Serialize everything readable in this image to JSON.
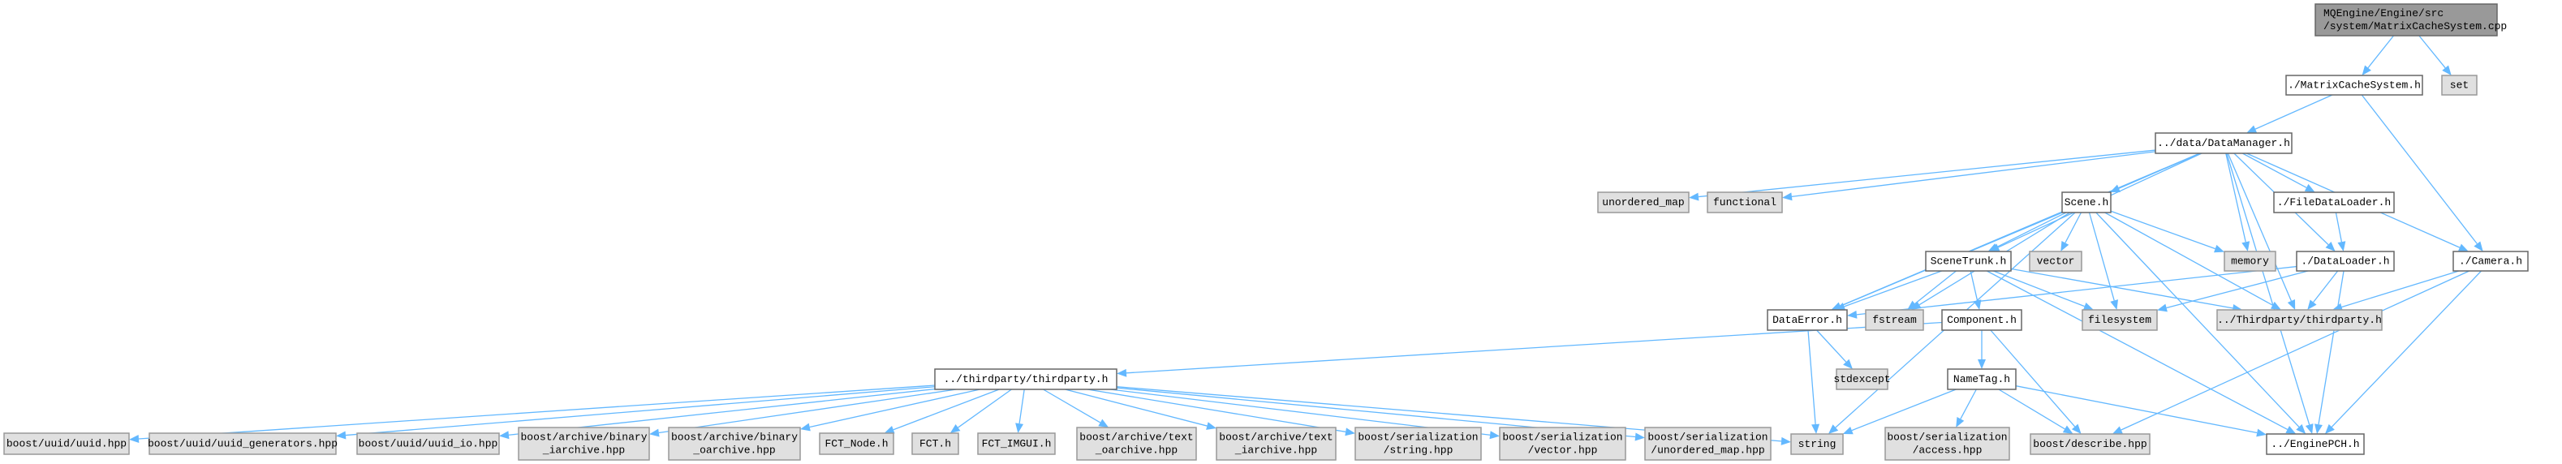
{
  "graph": {
    "nodes": [
      {
        "id": "root",
        "label": [
          "MQEngine/Engine/src",
          "/system/MatrixCacheSystem.cpp"
        ],
        "kind": "root"
      },
      {
        "id": "mcs",
        "label": [
          "./MatrixCacheSystem.h"
        ],
        "kind": "local"
      },
      {
        "id": "set",
        "label": [
          "set"
        ],
        "kind": "sys"
      },
      {
        "id": "dm",
        "label": [
          "../data/DataManager.h"
        ],
        "kind": "local"
      },
      {
        "id": "umap",
        "label": [
          "unordered_map"
        ],
        "kind": "sys"
      },
      {
        "id": "functional",
        "label": [
          "functional"
        ],
        "kind": "sys"
      },
      {
        "id": "scene",
        "label": [
          "Scene.h"
        ],
        "kind": "local"
      },
      {
        "id": "fdl",
        "label": [
          "./FileDataLoader.h"
        ],
        "kind": "local"
      },
      {
        "id": "trunk",
        "label": [
          "SceneTrunk.h"
        ],
        "kind": "local"
      },
      {
        "id": "vector",
        "label": [
          "vector"
        ],
        "kind": "sys"
      },
      {
        "id": "memory",
        "label": [
          "memory"
        ],
        "kind": "sys"
      },
      {
        "id": "dl",
        "label": [
          "./DataLoader.h"
        ],
        "kind": "local"
      },
      {
        "id": "camera",
        "label": [
          "./Camera.h"
        ],
        "kind": "local"
      },
      {
        "id": "derr",
        "label": [
          "DataError.h"
        ],
        "kind": "local"
      },
      {
        "id": "fstream",
        "label": [
          "fstream"
        ],
        "kind": "sys"
      },
      {
        "id": "component",
        "label": [
          "Component.h"
        ],
        "kind": "local"
      },
      {
        "id": "filesystem",
        "label": [
          "filesystem"
        ],
        "kind": "sys"
      },
      {
        "id": "tp_up",
        "label": [
          "../Thirdparty/thirdparty.h"
        ],
        "kind": "sys"
      },
      {
        "id": "stdexcept",
        "label": [
          "stdexcept"
        ],
        "kind": "sys"
      },
      {
        "id": "tp",
        "label": [
          "../thirdparty/thirdparty.h"
        ],
        "kind": "local"
      },
      {
        "id": "nametag",
        "label": [
          "NameTag.h"
        ],
        "kind": "local"
      },
      {
        "id": "uuid",
        "label": [
          "boost/uuid/uuid.hpp"
        ],
        "kind": "sys"
      },
      {
        "id": "uuidgen",
        "label": [
          "boost/uuid/uuid_generators.hpp"
        ],
        "kind": "sys"
      },
      {
        "id": "uuidio",
        "label": [
          "boost/uuid/uuid_io.hpp"
        ],
        "kind": "sys"
      },
      {
        "id": "bia",
        "label": [
          "boost/archive/binary",
          "_iarchive.hpp"
        ],
        "kind": "sys"
      },
      {
        "id": "boa",
        "label": [
          "boost/archive/binary",
          "_oarchive.hpp"
        ],
        "kind": "sys"
      },
      {
        "id": "fctnode",
        "label": [
          "FCT_Node.h"
        ],
        "kind": "sys"
      },
      {
        "id": "fct",
        "label": [
          "FCT.h"
        ],
        "kind": "sys"
      },
      {
        "id": "fctimgui",
        "label": [
          "FCT_IMGUI.h"
        ],
        "kind": "sys"
      },
      {
        "id": "toa",
        "label": [
          "boost/archive/text",
          "_oarchive.hpp"
        ],
        "kind": "sys"
      },
      {
        "id": "tia",
        "label": [
          "boost/archive/text",
          "_iarchive.hpp"
        ],
        "kind": "sys"
      },
      {
        "id": "sstr",
        "label": [
          "boost/serialization",
          "/string.hpp"
        ],
        "kind": "sys"
      },
      {
        "id": "svec",
        "label": [
          "boost/serialization",
          "/vector.hpp"
        ],
        "kind": "sys"
      },
      {
        "id": "sumap",
        "label": [
          "boost/serialization",
          "/unordered_map.hpp"
        ],
        "kind": "sys"
      },
      {
        "id": "string",
        "label": [
          "string"
        ],
        "kind": "sys"
      },
      {
        "id": "access",
        "label": [
          "boost/serialization",
          "/access.hpp"
        ],
        "kind": "sys"
      },
      {
        "id": "describe",
        "label": [
          "boost/describe.hpp"
        ],
        "kind": "sys"
      },
      {
        "id": "pch",
        "label": [
          "../EnginePCH.h"
        ],
        "kind": "local"
      }
    ],
    "edges": [
      [
        "root",
        "mcs"
      ],
      [
        "root",
        "set"
      ],
      [
        "mcs",
        "dm"
      ],
      [
        "mcs",
        "camera"
      ],
      [
        "dm",
        "umap"
      ],
      [
        "dm",
        "functional"
      ],
      [
        "dm",
        "scene"
      ],
      [
        "dm",
        "fdl"
      ],
      [
        "dm",
        "trunk"
      ],
      [
        "dm",
        "derr"
      ],
      [
        "dm",
        "memory"
      ],
      [
        "dm",
        "dl"
      ],
      [
        "dm",
        "camera"
      ],
      [
        "dm",
        "tp_up"
      ],
      [
        "dm",
        "pch"
      ],
      [
        "scene",
        "trunk"
      ],
      [
        "scene",
        "vector"
      ],
      [
        "scene",
        "memory"
      ],
      [
        "scene",
        "fstream"
      ],
      [
        "scene",
        "filesystem"
      ],
      [
        "scene",
        "tp_up"
      ],
      [
        "scene",
        "derr"
      ],
      [
        "scene",
        "pch"
      ],
      [
        "scene",
        "string"
      ],
      [
        "fdl",
        "dl"
      ],
      [
        "trunk",
        "derr"
      ],
      [
        "trunk",
        "fstream"
      ],
      [
        "trunk",
        "component"
      ],
      [
        "trunk",
        "filesystem"
      ],
      [
        "trunk",
        "tp_up"
      ],
      [
        "trunk",
        "pch"
      ],
      [
        "dl",
        "derr"
      ],
      [
        "dl",
        "filesystem"
      ],
      [
        "dl",
        "tp_up"
      ],
      [
        "dl",
        "pch"
      ],
      [
        "camera",
        "tp_up"
      ],
      [
        "camera",
        "describe"
      ],
      [
        "camera",
        "pch"
      ],
      [
        "derr",
        "stdexcept"
      ],
      [
        "derr",
        "string"
      ],
      [
        "component",
        "tp"
      ],
      [
        "component",
        "nametag"
      ],
      [
        "component",
        "describe"
      ],
      [
        "nametag",
        "string"
      ],
      [
        "nametag",
        "access"
      ],
      [
        "nametag",
        "describe"
      ],
      [
        "nametag",
        "pch"
      ],
      [
        "tp",
        "uuid"
      ],
      [
        "tp",
        "uuidgen"
      ],
      [
        "tp",
        "uuidio"
      ],
      [
        "tp",
        "bia"
      ],
      [
        "tp",
        "boa"
      ],
      [
        "tp",
        "fctnode"
      ],
      [
        "tp",
        "fct"
      ],
      [
        "tp",
        "fctimgui"
      ],
      [
        "tp",
        "toa"
      ],
      [
        "tp",
        "tia"
      ],
      [
        "tp",
        "sstr"
      ],
      [
        "tp",
        "svec"
      ],
      [
        "tp",
        "sumap"
      ],
      [
        "tp",
        "string"
      ]
    ],
    "colors": {
      "edge": "#63b8ff",
      "local_fill": "#ffffff",
      "system_fill": "#e0e0e0",
      "root_fill": "#999999"
    }
  }
}
